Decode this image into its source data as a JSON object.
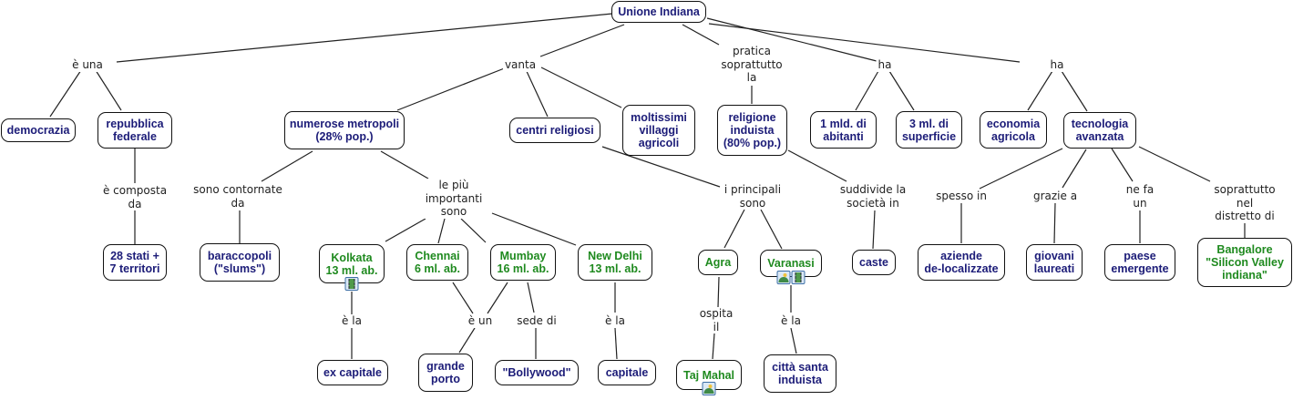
{
  "map_title": "Unione Indiana",
  "colors": {
    "concept_text": "#1c1c78",
    "place_text": "#1f8a1f",
    "border": "#111111",
    "line": "#222222"
  },
  "concepts": {
    "unione": "Unione Indiana",
    "democrazia": "democrazia",
    "repubblica": "repubblica\nfederale",
    "stati": "28 stati +\n7 territori",
    "metropoli": "numerose metropoli\n(28% pop.)",
    "baraccopoli": "baraccopoli\n(\"slums\")",
    "kolkata": "Kolkata\n13 ml. ab.",
    "chennai": "Chennai\n6 ml. ab.",
    "mumbay": "Mumbay\n16 ml. ab.",
    "newdelhi": "New Delhi\n13 ml. ab.",
    "excapitale": "ex capitale",
    "grandeporto": "grande\nporto",
    "bollywood": "\"Bollywood\"",
    "capitale": "capitale",
    "centri": "centri religiosi",
    "villaggi": "moltissimi\nvillaggi\nagricoli",
    "agra": "Agra",
    "varanasi": "Varanasi",
    "tajmahal": "Taj Mahal",
    "cittasanta": "città santa\ninduista",
    "religione": "religione\ninduista\n(80% pop.)",
    "caste": "caste",
    "abitanti": "1 mld. di\nabitanti",
    "superficie": "3 ml. di\nsuperficie",
    "economia": "economia\nagricola",
    "tecnologia": "tecnologia\navanzata",
    "aziende": "aziende\nde-localizzate",
    "laureati": "giovani\nlaureati",
    "paese": "paese\nemergente",
    "bangalore": "Bangalore\n\"Silicon Valley\nindiana\""
  },
  "phrases": {
    "euna": "è una",
    "ecomposta": "è composta\nda",
    "vanta": "vanta",
    "contornate": "sono contornate\nda",
    "importanti": "le più\nimportanti\nsono",
    "ela_kolkata": "è la",
    "eun": "è un",
    "sede": "sede di",
    "ela_delhi": "è la",
    "principali": "i principali\nsono",
    "ospita": "ospita\nil",
    "ela_varanasi": "è la",
    "pratica": "pratica\nsoprattutto\nla",
    "suddivide": "suddivide la\nsocietà in",
    "ha1": "ha",
    "ha2": "ha",
    "spesso": "spesso in",
    "grazie": "grazie a",
    "nefa": "ne fa\nun",
    "distretto": "soprattutto nel\ndistretto di"
  },
  "attachments": {
    "kolkata": [
      "video-icon"
    ],
    "varanasi": [
      "image-icon",
      "video-icon"
    ],
    "tajmahal": [
      "image-icon"
    ]
  }
}
